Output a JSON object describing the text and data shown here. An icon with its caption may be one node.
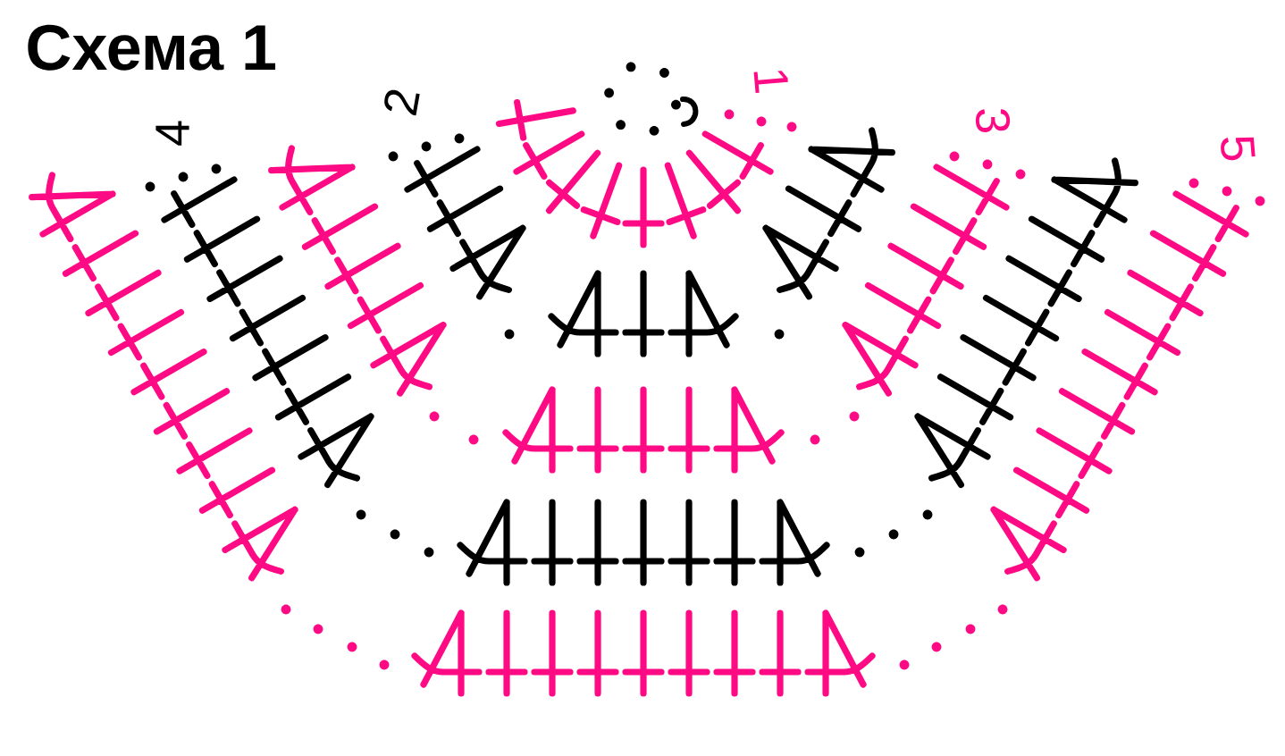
{
  "diagram": {
    "title": "Схема 1",
    "labels": [
      "4",
      "2",
      "1",
      "3",
      "5"
    ]
  }
}
